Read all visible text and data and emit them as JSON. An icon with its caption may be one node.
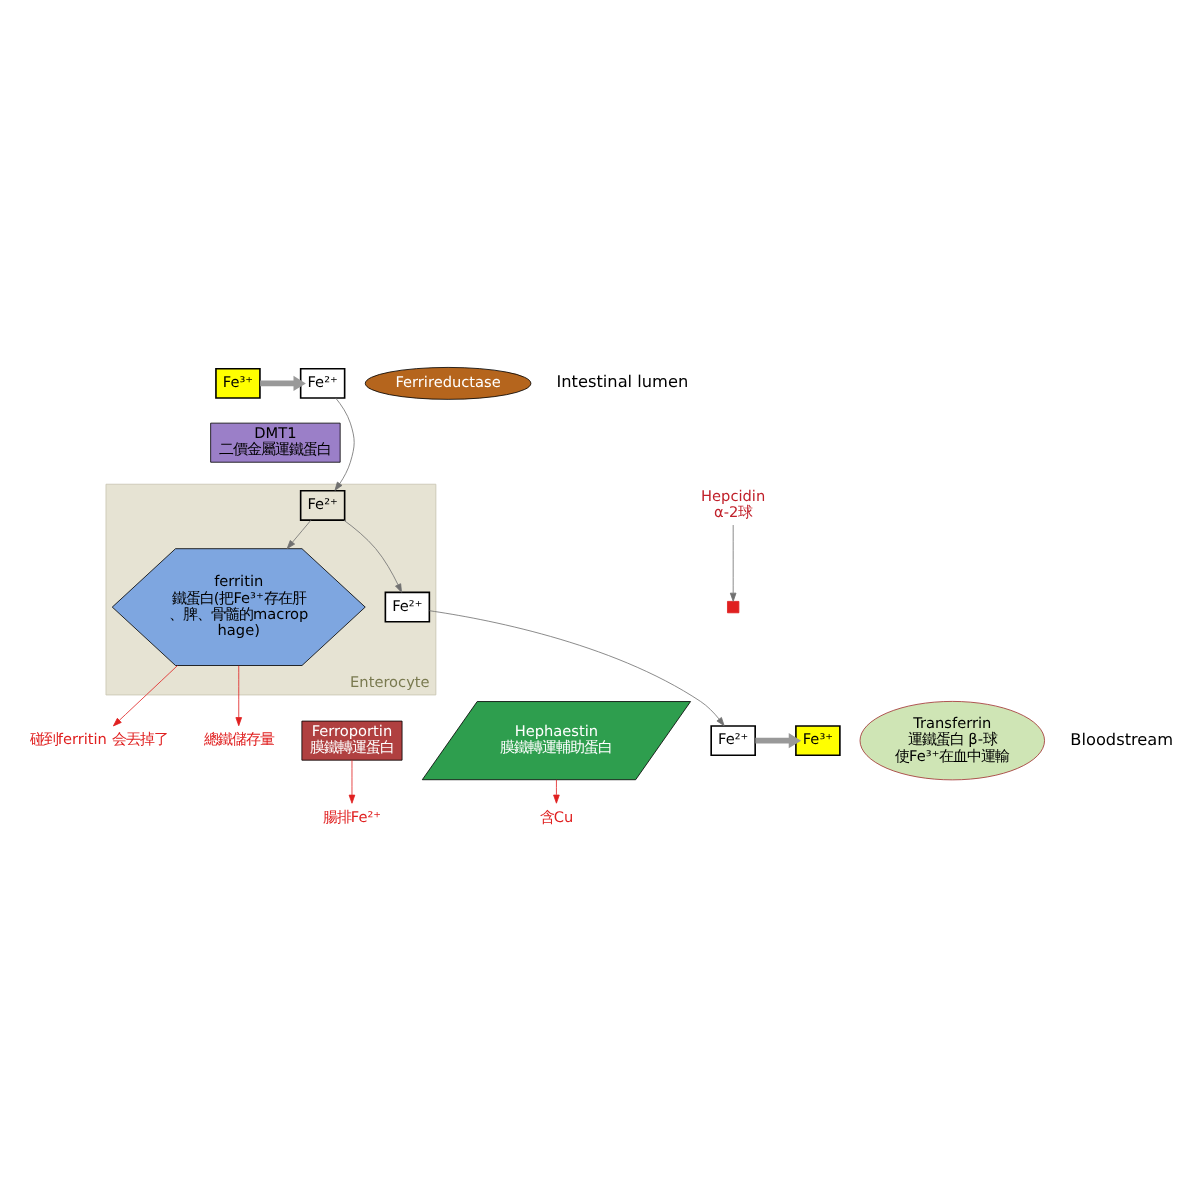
{
  "diagram": {
    "nodes": [
      {
        "text": [
          "Fe³⁺"
        ]
      },
      {
        "text": [
          "Fe²⁺"
        ]
      },
      {
        "text": [
          "Ferrireductase"
        ]
      },
      {
        "text": [
          "DMT1",
          "二價金屬運鐵蛋白"
        ]
      },
      {
        "text": [
          "Enterocyte"
        ]
      },
      {
        "text": [
          "Fe²⁺"
        ],
        "in": 4
      },
      {
        "text": [
          "ferritin",
          "鐵蛋白(把Fe³⁺存在肝、脾、骨髓的macrophage)"
        ],
        "in": 4
      },
      {
        "text": [
          "Fe²⁺"
        ],
        "in": 4
      },
      {
        "text": [
          "Ferroportin",
          "膜鐵轉運蛋白"
        ]
      },
      {
        "text": [
          "Hephaestin",
          "膜鐵轉運輔助蛋白"
        ]
      },
      {
        "text": [
          "Hepcidin",
          "α-2球"
        ]
      },
      {
        "text": [],
        "shape": "cross"
      },
      {
        "text": [
          "Fe²⁺"
        ]
      },
      {
        "text": [
          "Fe³⁺"
        ]
      },
      {
        "text": [
          "Transferrin",
          "運鐵蛋白 β-球",
          "使Fe³⁺在血中運輸"
        ]
      },
      {
        "text": [
          "碰到ferritin 会丟掉了"
        ]
      },
      {
        "text": [
          "總鐵儲存量"
        ]
      },
      {
        "text": [
          "腸排Fe²⁺"
        ]
      },
      {
        "text": [
          "含Cu"
        ]
      }
    ],
    "edges": [
      {
        "from": 0,
        "to": 1,
        "arrow": "to",
        "color": "#999999",
        "style": "thick"
      },
      {
        "from": 1,
        "to": 5,
        "arrow": "to"
      },
      {
        "from": 5,
        "to": 6,
        "arrow": "to"
      },
      {
        "from": 5,
        "to": 7,
        "arrow": "to"
      },
      {
        "from": 7,
        "to": 12,
        "arrow": "to"
      },
      {
        "from": 12,
        "to": 13,
        "arrow": "to",
        "color": "#999999",
        "style": "thick"
      },
      {
        "from": 10,
        "to": 11,
        "arrow": "to"
      },
      {
        "from": 6,
        "to": 15,
        "arrow": "to",
        "color": "#e02020"
      },
      {
        "from": 6,
        "to": 16,
        "arrow": "to",
        "color": "#e02020"
      },
      {
        "from": 8,
        "to": 17,
        "arrow": "to",
        "color": "#e02020"
      },
      {
        "from": 9,
        "to": 18,
        "arrow": "to",
        "color": "#e02020"
      }
    ],
    "labels": [
      "Intestinal lumen",
      "Bloodstream"
    ]
  }
}
